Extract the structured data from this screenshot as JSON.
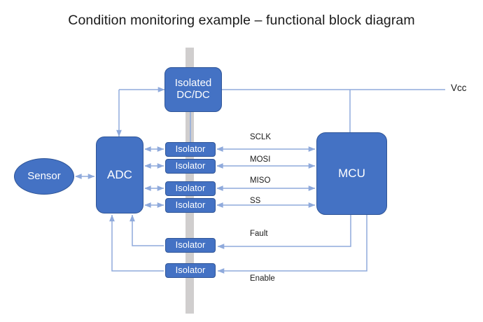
{
  "diagram": {
    "title": "Condition monitoring example – functional block diagram",
    "accent_color": "#4472C4",
    "border_color": "#2F5597",
    "line_color": "#8FAADC",
    "barrier_color": "#D0CECE",
    "text_color": "#1A1A1A",
    "blocks": {
      "sensor": "Sensor",
      "adc": "ADC",
      "mcu": "MCU",
      "dcdc_line1": "Isolated",
      "dcdc_line2": "DC/DC",
      "isolator": "Isolator"
    },
    "isolators": [
      {
        "id": "sclk",
        "label": "Isolator"
      },
      {
        "id": "mosi",
        "label": "Isolator"
      },
      {
        "id": "miso",
        "label": "Isolator"
      },
      {
        "id": "ss",
        "label": "Isolator"
      },
      {
        "id": "fault",
        "label": "Isolator"
      },
      {
        "id": "enable",
        "label": "Isolator"
      }
    ],
    "signals": [
      {
        "id": "sclk",
        "label": "SCLK"
      },
      {
        "id": "mosi",
        "label": "MOSI"
      },
      {
        "id": "miso",
        "label": "MISO"
      },
      {
        "id": "ss",
        "label": "SS"
      },
      {
        "id": "fault",
        "label": "Fault"
      },
      {
        "id": "enable",
        "label": "Enable"
      }
    ],
    "power": {
      "rail_label": "Vcc"
    },
    "barrier": {
      "name": "isolation-barrier"
    }
  }
}
